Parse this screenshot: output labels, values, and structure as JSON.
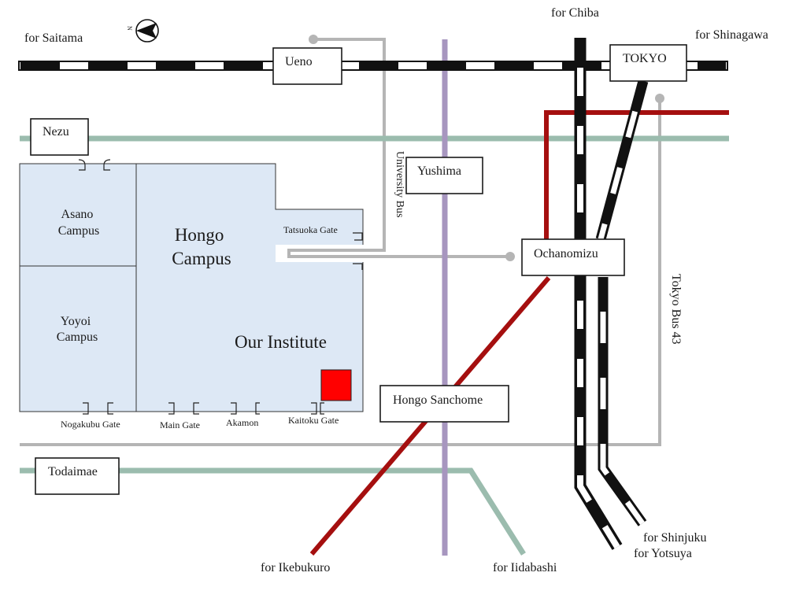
{
  "colors": {
    "campus": "#dde8f5",
    "rail": "#111111",
    "green_line": "#9bbcae",
    "red_line": "#a50f0f",
    "purple_line": "#a796bf",
    "bus": "#b5b5b5",
    "institute_marker": "#ff0000"
  },
  "compass": {
    "icon": "north-arrow-icon",
    "letter": "N"
  },
  "directions": {
    "saitama": "for Saitama",
    "chiba": "for Chiba",
    "shinagawa": "for Shinagawa",
    "shinjuku": "for Shinjuku",
    "yotsuya": "for Yotsuya",
    "ikebukuro": "for Ikebukuro",
    "iidabashi": "for Iidabashi"
  },
  "stations": {
    "ueno": "Ueno",
    "tokyo": "TOKYO",
    "nezu": "Nezu",
    "yushima": "Yushima",
    "ochanomizu": "Ochanomizu",
    "hongo_sanchome": "Hongo Sanchome",
    "todaimae": "Todaimae"
  },
  "bus_routes": {
    "university": "University Bus",
    "tokyo43": "Tokyo Bus 43"
  },
  "campuses": {
    "asano": [
      "Asano",
      "Campus"
    ],
    "yayoi": [
      "Yoyoi",
      "Campus"
    ],
    "hongo": [
      "Hongo",
      "Campus"
    ]
  },
  "institute": "Our Institute",
  "gates": {
    "tatsuoka": "Tatsuoka Gate",
    "nogakubu": "Nogakubu Gate",
    "main": "Main Gate",
    "akamon": "Akamon",
    "kaitoku": "Kaitoku Gate"
  }
}
